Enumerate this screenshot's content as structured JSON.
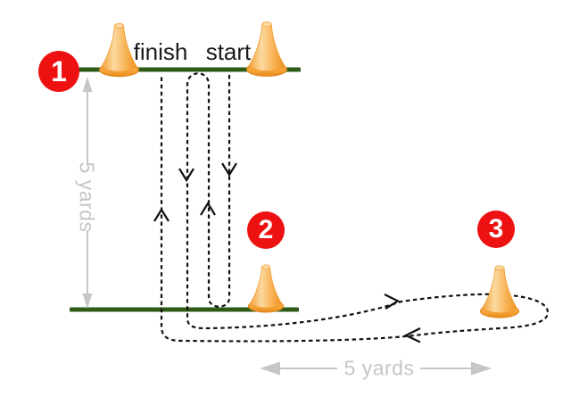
{
  "labels": {
    "finish": "finish",
    "start": "start"
  },
  "badges": [
    {
      "number": "1"
    },
    {
      "number": "2"
    },
    {
      "number": "3"
    }
  ],
  "measurements": {
    "vertical_label": "5 yards",
    "horizontal_label": "5 yards"
  },
  "icons": {
    "cone": "traffic-cone",
    "route_arrows": "chevron-arrows",
    "measure_arrows": "double-headed-arrow"
  },
  "colors": {
    "line_green": "#2e5c17",
    "cone_orange": "#f6a03a",
    "badge_red": "#ee1111",
    "route_black": "#111111",
    "measure_gray": "#c6c6c6"
  }
}
